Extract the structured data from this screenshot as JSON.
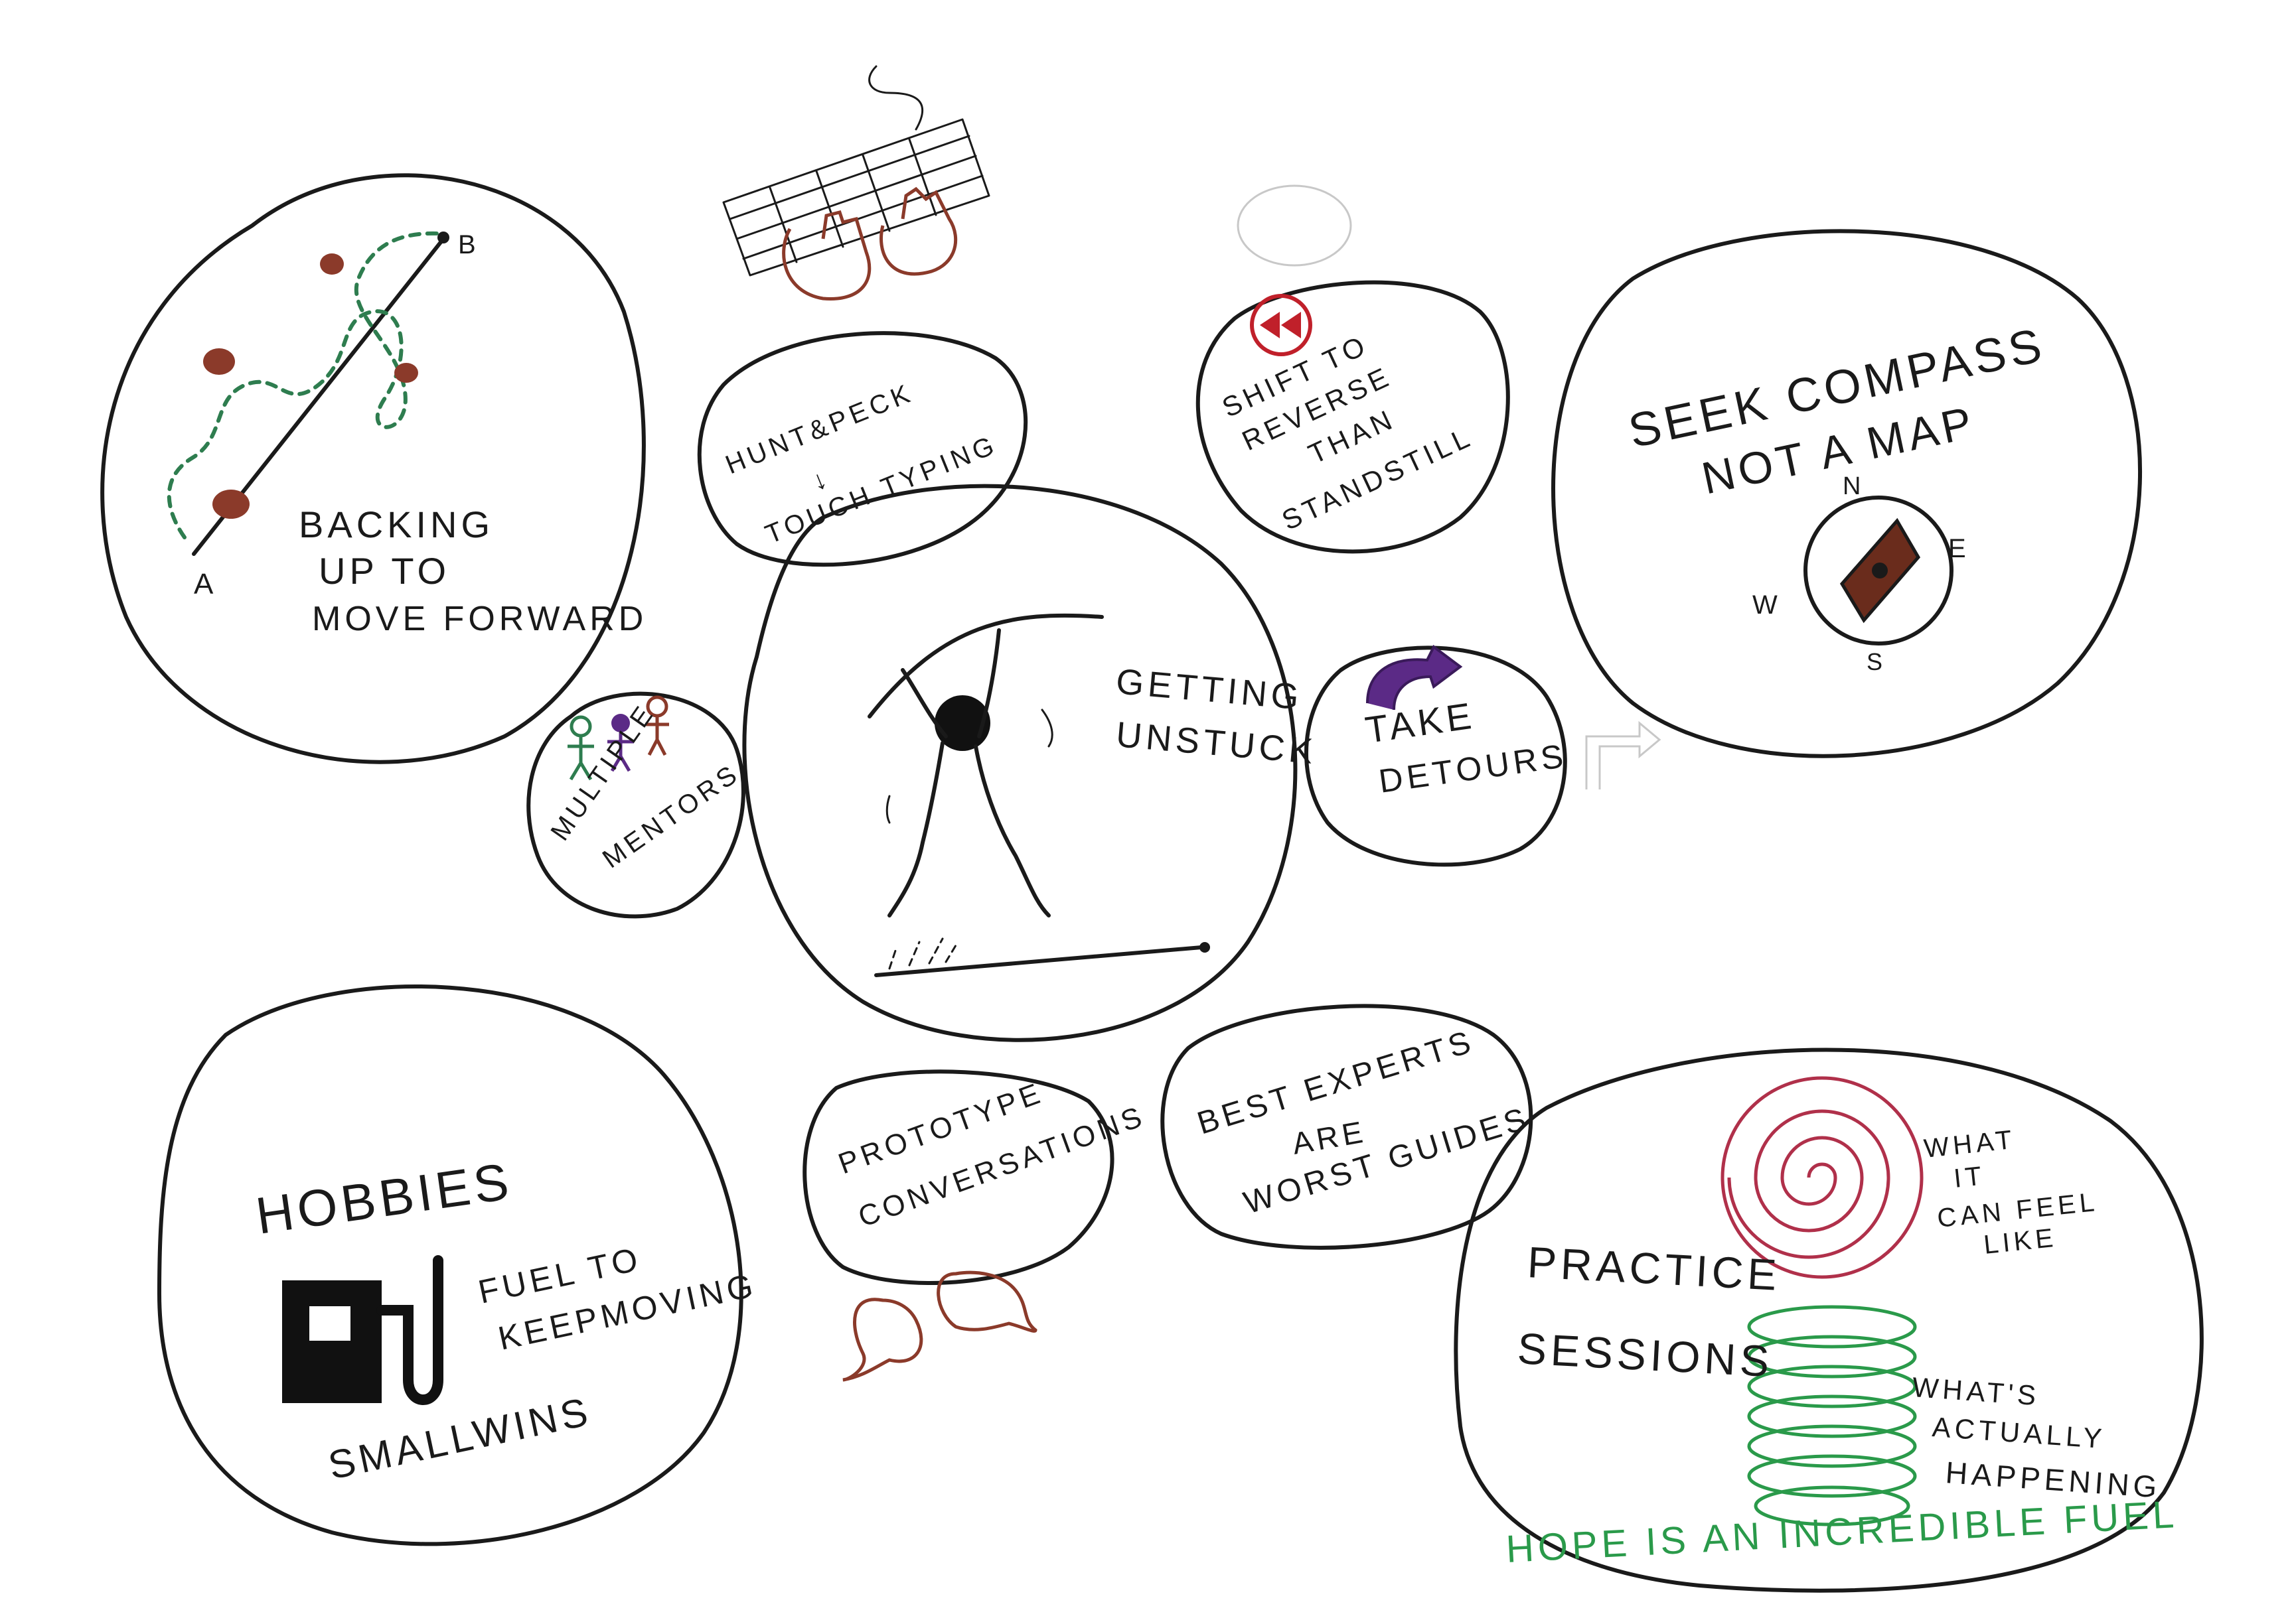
{
  "colors": {
    "ink": "#1a1a1a",
    "path_green": "#2e7d4f",
    "hand_brown": "#8b3a2a",
    "mentor_purple": "#5b2a86",
    "accent_red": "#c0202a",
    "spiral_red": "#b0304a",
    "spring_green": "#2a9a4a",
    "compass_brown": "#6a2c1c"
  },
  "bubbles": {
    "backing_up": {
      "lines": [
        "BACKING",
        "UP TO",
        "MOVE FORWARD"
      ],
      "point_a": "A",
      "point_b": "B"
    },
    "hunt_peck": {
      "lines": [
        "HUNT&PECK",
        "↓",
        "TOUCH TYPING"
      ],
      "icon": "keyboard-hands-icon"
    },
    "shift_reverse": {
      "lines": [
        "SHIFT TO",
        "REVERSE",
        "THAN",
        "STANDSTILL"
      ],
      "icon": "rewind-icon"
    },
    "seek_compass": {
      "lines": [
        "SEEK COMPASS",
        "NOT A MAP"
      ],
      "compass": {
        "n": "N",
        "e": "E",
        "s": "S",
        "w": "W"
      }
    },
    "multiple_mentors": {
      "lines": [
        "MULTIPLE",
        "MENTORS"
      ],
      "icon": "mentors-icon"
    },
    "getting_unstuck": {
      "lines": [
        "GETTING",
        "UNSTUCK"
      ],
      "icon": "pole-vaulter-icon"
    },
    "take_detours": {
      "lines": [
        "TAKE",
        "DETOURS"
      ],
      "icon": "detour-arrow-icon"
    },
    "hobbies": {
      "title": "HOBBIES",
      "fuel_lines": [
        "FUEL TO",
        "KEEPMOVING"
      ],
      "small_wins": "SMALLWINS",
      "icon": "fuel-pump-icon"
    },
    "prototype": {
      "lines": [
        "PROTOTYPE",
        "CONVERSATIONS"
      ],
      "icon": "speech-bubbles-icon"
    },
    "best_experts": {
      "lines": [
        "BEST EXPERTS",
        "ARE",
        "WORST GUIDES"
      ]
    },
    "practice": {
      "lines": [
        "PRACTICE",
        "SESSIONS"
      ],
      "feel_lines": [
        "WHAT",
        "IT",
        "CAN FEEL",
        "LIKE"
      ],
      "actual_lines": [
        "WHAT'S",
        "ACTUALLY",
        "HAPPENING"
      ],
      "hope": "HOPE IS AN INCREDIBLE FUEL"
    }
  }
}
